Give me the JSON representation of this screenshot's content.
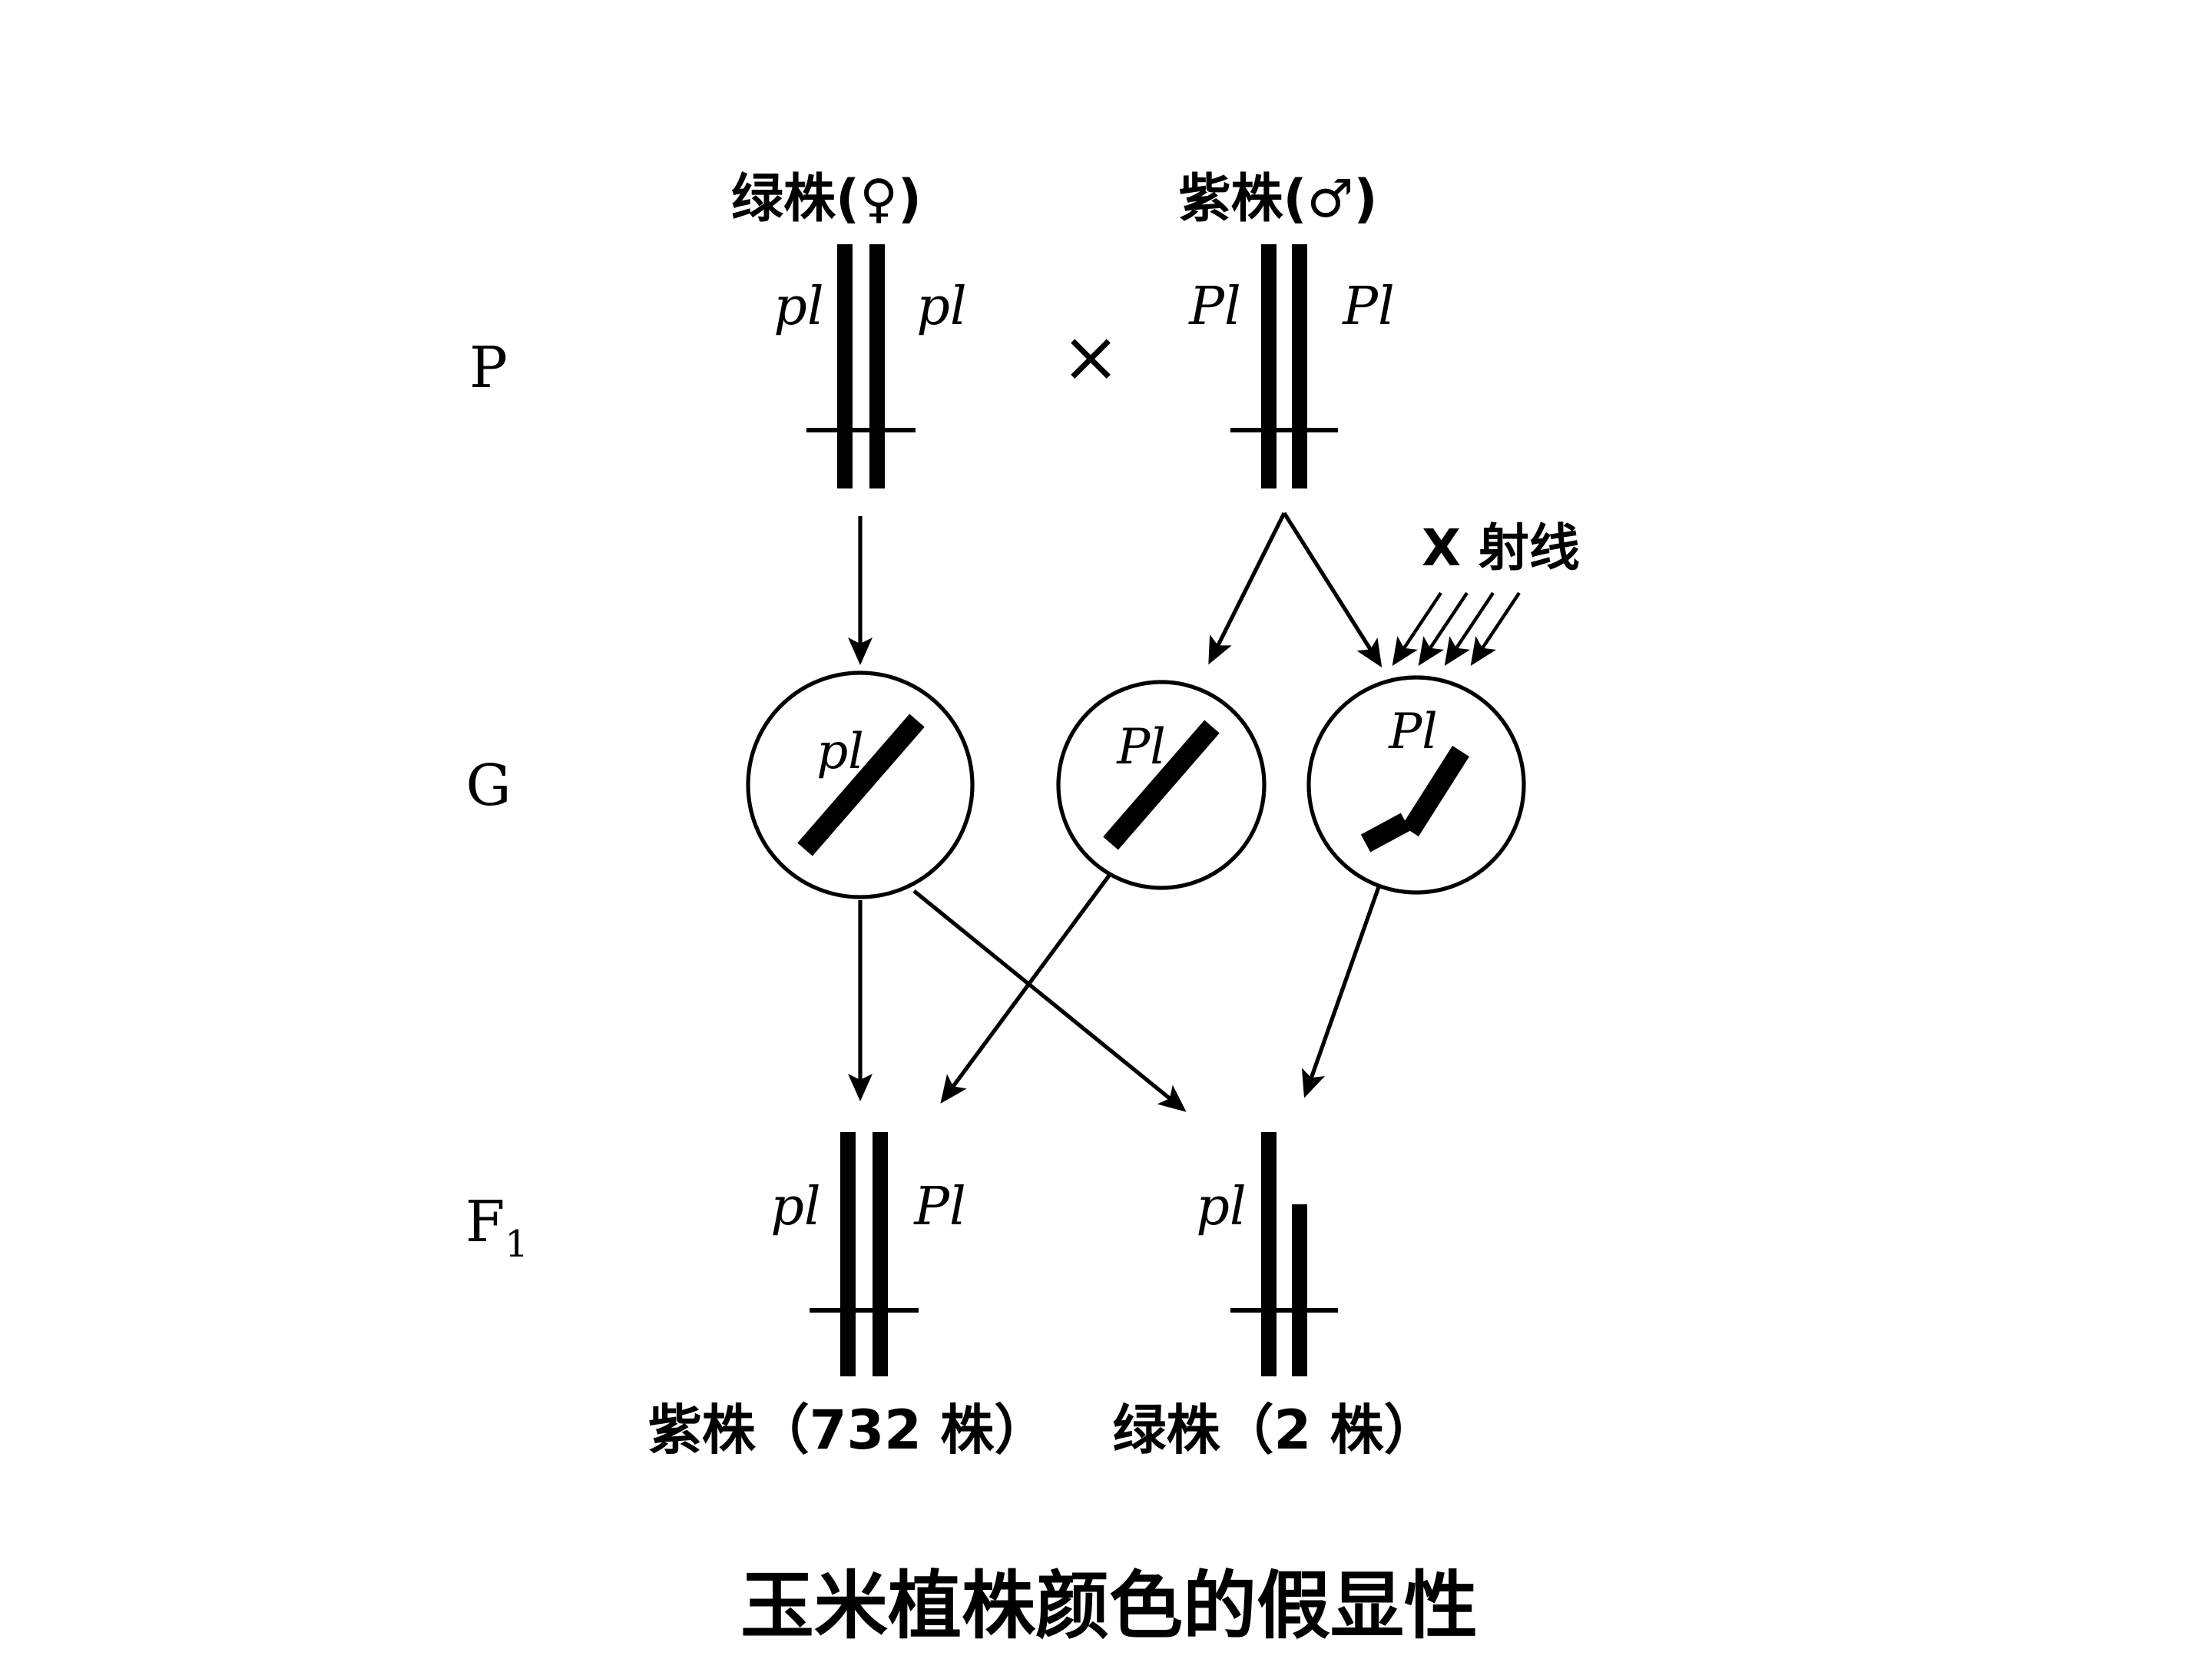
{
  "title": "玉米植株颜色的假显性",
  "generation_labels": {
    "p": "P",
    "g": "G",
    "f1_base": "F",
    "f1_sub": "1"
  },
  "cross_symbol": "×",
  "xray_label": "X 射线",
  "parents": {
    "left": {
      "name": "绿株(♀)",
      "allele_left": "pl",
      "allele_right": "pl"
    },
    "right": {
      "name": "紫株(♂)",
      "allele_left": "Pl",
      "allele_right": "Pl"
    }
  },
  "gametes": {
    "left": {
      "allele": "pl",
      "chromosome": "normal"
    },
    "middle": {
      "allele": "Pl",
      "chromosome": "normal"
    },
    "right": {
      "allele": "Pl",
      "chromosome": "broken-by-xray"
    }
  },
  "f1": {
    "left": {
      "allele_left": "pl",
      "allele_right": "Pl",
      "phenotype": "紫株（732 株）"
    },
    "right": {
      "allele_left": "pl",
      "phenotype": "绿株（2 株）"
    }
  }
}
